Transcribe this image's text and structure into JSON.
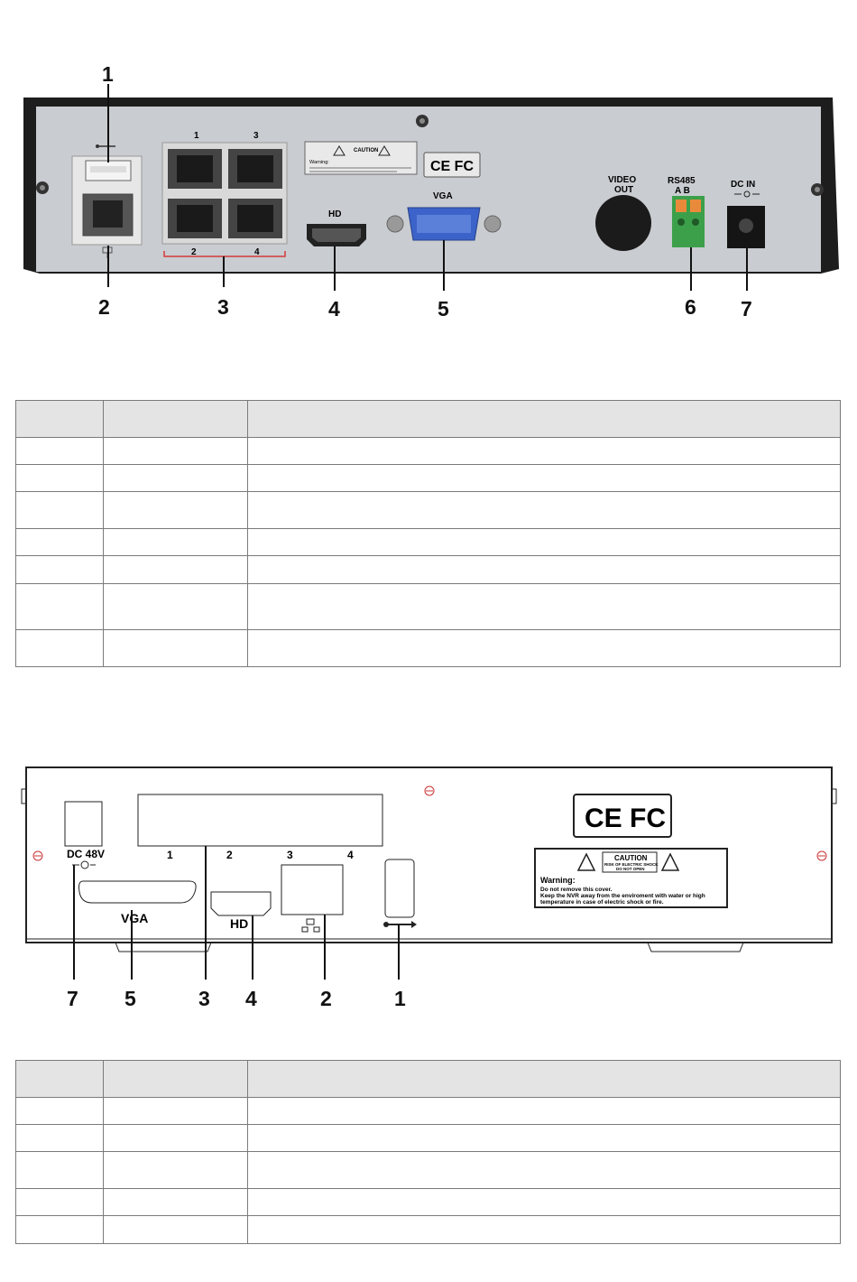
{
  "figure1": {
    "callouts": [
      "1",
      "2",
      "3",
      "4",
      "5",
      "6",
      "7"
    ],
    "lan_numbers": [
      "1",
      "3",
      "2",
      "4"
    ],
    "labels": {
      "hd": "HD",
      "vga": "VGA",
      "video_out_line1": "VIDEO",
      "video_out_line2": "OUT",
      "rs485": "RS485",
      "rs485_ab": "A  B",
      "dc_in": "DC IN",
      "ce_fc": "CE FC",
      "caution": "CAUTION",
      "warning": "Warning:"
    }
  },
  "figure2": {
    "callouts": [
      "7",
      "5",
      "3",
      "4",
      "2",
      "1"
    ],
    "slot_numbers": [
      "1",
      "2",
      "3",
      "4"
    ],
    "labels": {
      "dc48v": "DC 48V",
      "vga": "VGA",
      "hd": "HD",
      "ce_fc": "CE FC",
      "caution": "CAUTION",
      "caution_sub1": "RISK OF ELECTRIC SHOCK",
      "caution_sub2": "DO NOT OPEN",
      "warning_title": "Warning:",
      "warning_line1": "Do not remove this cover.",
      "warning_line2": "Keep the NVR away from the enviroment with water or high",
      "warning_line3": "temperature in case of electric shock or fire."
    }
  },
  "table1": {
    "rows": 8
  },
  "table2": {
    "rows": 6
  },
  "colors": {
    "panel": "#c9ccd0",
    "frame": "#1d1d1d",
    "vga_blue": "#3b63c9",
    "terminal_green": "#3ca04a",
    "terminal_orange": "#e98a3a",
    "marker_red": "#d63a3a",
    "table_header": "#e4e4e4"
  }
}
